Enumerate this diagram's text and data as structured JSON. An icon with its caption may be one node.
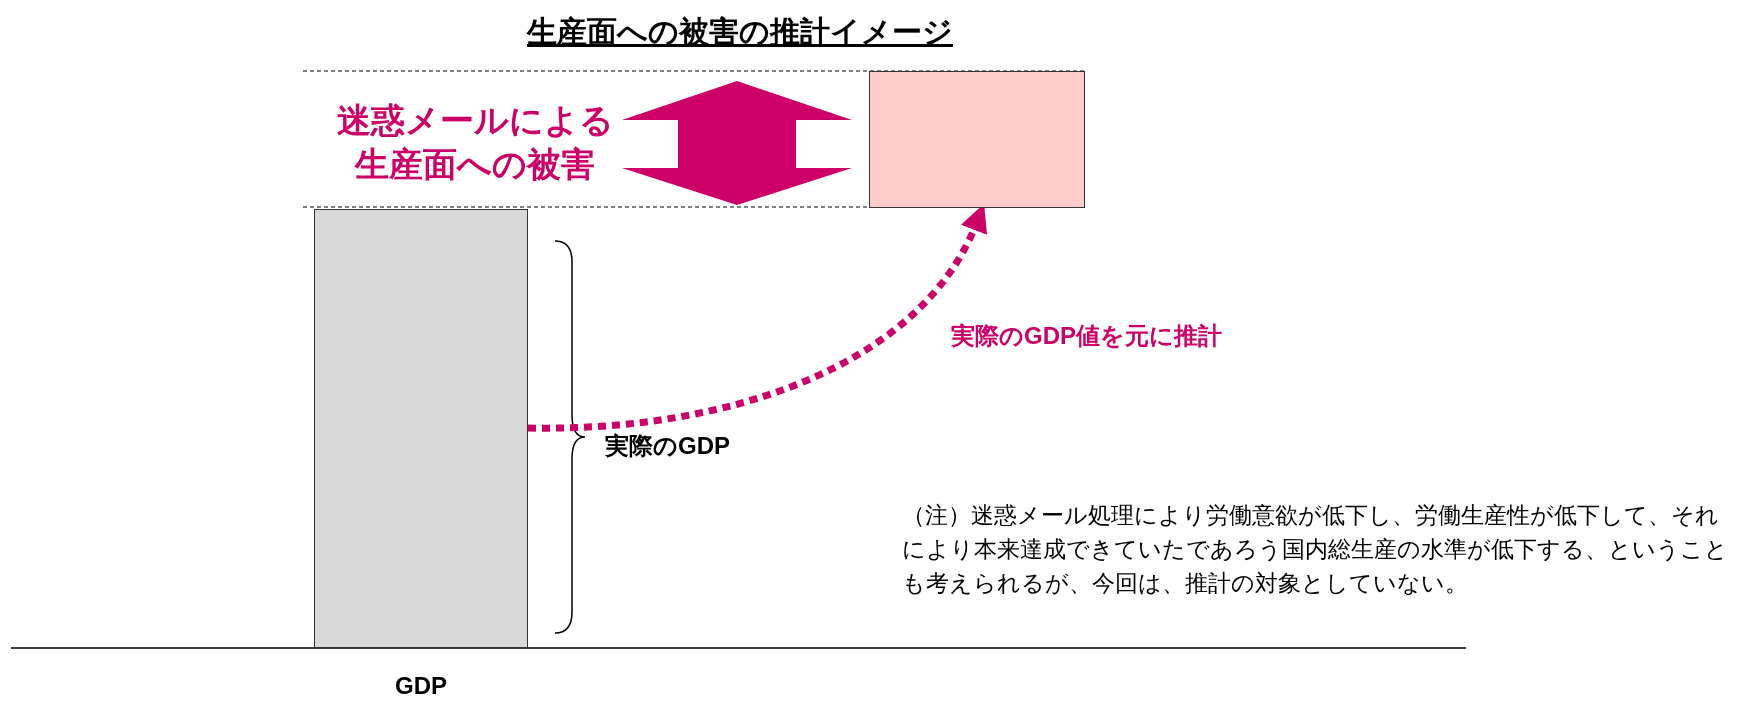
{
  "diagram": {
    "title": "生産面への被害の推計イメージ",
    "nodes": [
      {
        "text": [],
        "shape": "bar",
        "beside": [
          "GDP"
        ]
      },
      {
        "text": [],
        "shape": "box"
      }
    ],
    "edges": [
      {
        "from": 0,
        "to": 1,
        "arrow": "to",
        "label": "実際のGDP値を元に推計",
        "style": "dashed"
      }
    ],
    "labels": [
      "迷惑メールによる生産面への被害",
      "実際のGDP",
      "（注）迷惑メール処理により労働意欲が低下し、労働生産性が低下して、それにより本来達成できていたであろう国内総生産の水準が低下する、ということも考えられるが、今回は、推計の対象としていない。"
    ]
  }
}
